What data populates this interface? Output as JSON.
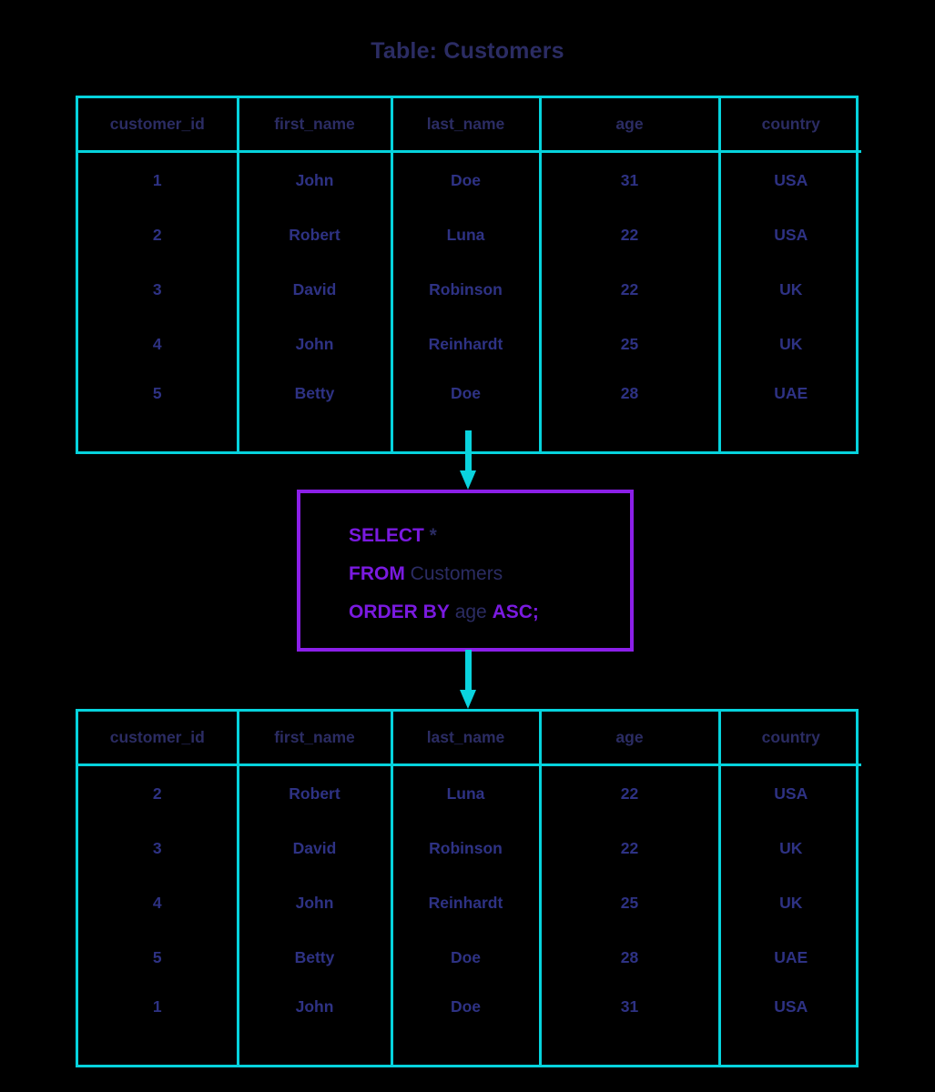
{
  "title": "Table: Customers",
  "colors": {
    "background": "#000000",
    "table_border": "#06d3dd",
    "arrow": "#0ad3de",
    "query_border": "#8b1fe8",
    "keyword": "#7a1ae0",
    "header_text": "#2b2c63",
    "cell_text": "#2e3284"
  },
  "source_table": {
    "name": "Customers",
    "columns": [
      "customer_id",
      "first_name",
      "last_name",
      "age",
      "country"
    ],
    "rows": [
      [
        "1",
        "John",
        "Doe",
        "31",
        "USA"
      ],
      [
        "2",
        "Robert",
        "Luna",
        "22",
        "USA"
      ],
      [
        "3",
        "David",
        "Robinson",
        "22",
        "UK"
      ],
      [
        "4",
        "John",
        "Reinhardt",
        "25",
        "UK"
      ],
      [
        "5",
        "Betty",
        "Doe",
        "28",
        "UAE"
      ]
    ]
  },
  "query": {
    "lines": [
      [
        {
          "text": "SELECT",
          "type": "keyword"
        },
        {
          "text": " *",
          "type": "literal"
        }
      ],
      [
        {
          "text": "FROM",
          "type": "keyword"
        },
        {
          "text": " Customers",
          "type": "literal-light"
        }
      ],
      [
        {
          "text": "ORDER BY",
          "type": "keyword"
        },
        {
          "text": " age ",
          "type": "literal-light"
        },
        {
          "text": "ASC;",
          "type": "keyword"
        }
      ]
    ],
    "plain_text": "SELECT * FROM Customers ORDER BY age ASC;"
  },
  "result_table": {
    "columns": [
      "customer_id",
      "first_name",
      "last_name",
      "age",
      "country"
    ],
    "rows": [
      [
        "2",
        "Robert",
        "Luna",
        "22",
        "USA"
      ],
      [
        "3",
        "David",
        "Robinson",
        "22",
        "UK"
      ],
      [
        "4",
        "John",
        "Reinhardt",
        "25",
        "UK"
      ],
      [
        "5",
        "Betty",
        "Doe",
        "28",
        "UAE"
      ],
      [
        "1",
        "John",
        "Doe",
        "31",
        "USA"
      ]
    ]
  },
  "arrows": [
    {
      "name": "arrow-source-to-query",
      "direction": "down"
    },
    {
      "name": "arrow-query-to-result",
      "direction": "down"
    }
  ]
}
